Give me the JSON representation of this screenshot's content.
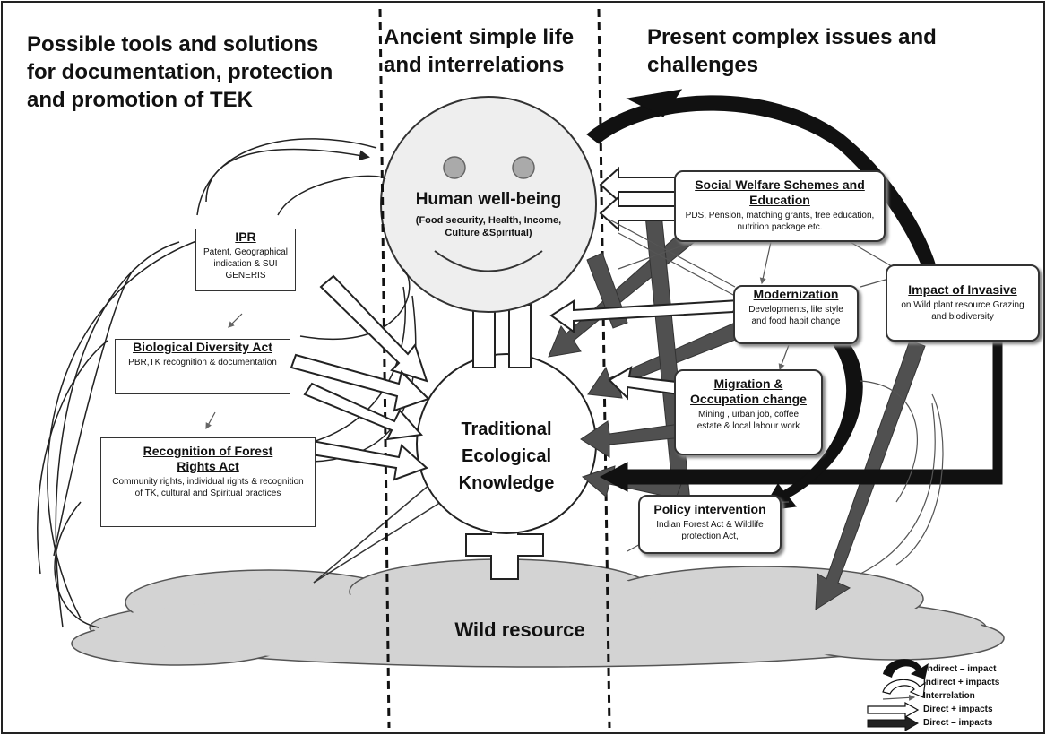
{
  "headers": {
    "left": "Possible tools and solutions\n for documentation, protection\n and promotion of TEK",
    "middle": "Ancient simple life\nand interrelations",
    "right": "Present complex issues and\nchallenges"
  },
  "center": {
    "human_title": "Human well-being",
    "human_desc": "(Food security, Health, Income,\nCulture &Spiritual)",
    "tek": "Traditional\nEcological\nKnowledge",
    "wild": "Wild resource"
  },
  "tools": [
    {
      "title": "IPR",
      "desc": "Patent, Geographical indication & SUI GENERIS"
    },
    {
      "title": "Biological Diversity Act",
      "desc": "PBR,TK recognition & documentation"
    },
    {
      "title": "Recognition of Forest Rights Act",
      "desc": "Community rights, individual rights & recognition of TK, cultural and Spiritual practices"
    }
  ],
  "issues": [
    {
      "title": "Social Welfare Schemes and Education",
      "desc": "PDS, Pension, matching grants, free education, nutrition package etc."
    },
    {
      "title": "Modernization",
      "desc": "Developments, life style and food habit change"
    },
    {
      "title": "Impact of Invasive",
      "desc": "on Wild plant resource Grazing and biodiversity"
    },
    {
      "title": "Migration & Occupation change",
      "desc": "Mining , urban job, coffee estate & local  labour work"
    },
    {
      "title": "Policy intervention",
      "desc": "Indian Forest Act & Wildlife protection Act,"
    }
  ],
  "legend": [
    {
      "label": "Indirect – impact"
    },
    {
      "label": "Indirect + impacts"
    },
    {
      "label": "Interrelation"
    },
    {
      "label": "Direct  + impacts"
    },
    {
      "label": "Direct – impacts"
    }
  ],
  "colors": {
    "face_fill": "#eeeeee",
    "cloud_fill": "#d3d3d3",
    "dark_arrow": "#505050",
    "black_arrow": "#111111",
    "outline": "#222222"
  }
}
